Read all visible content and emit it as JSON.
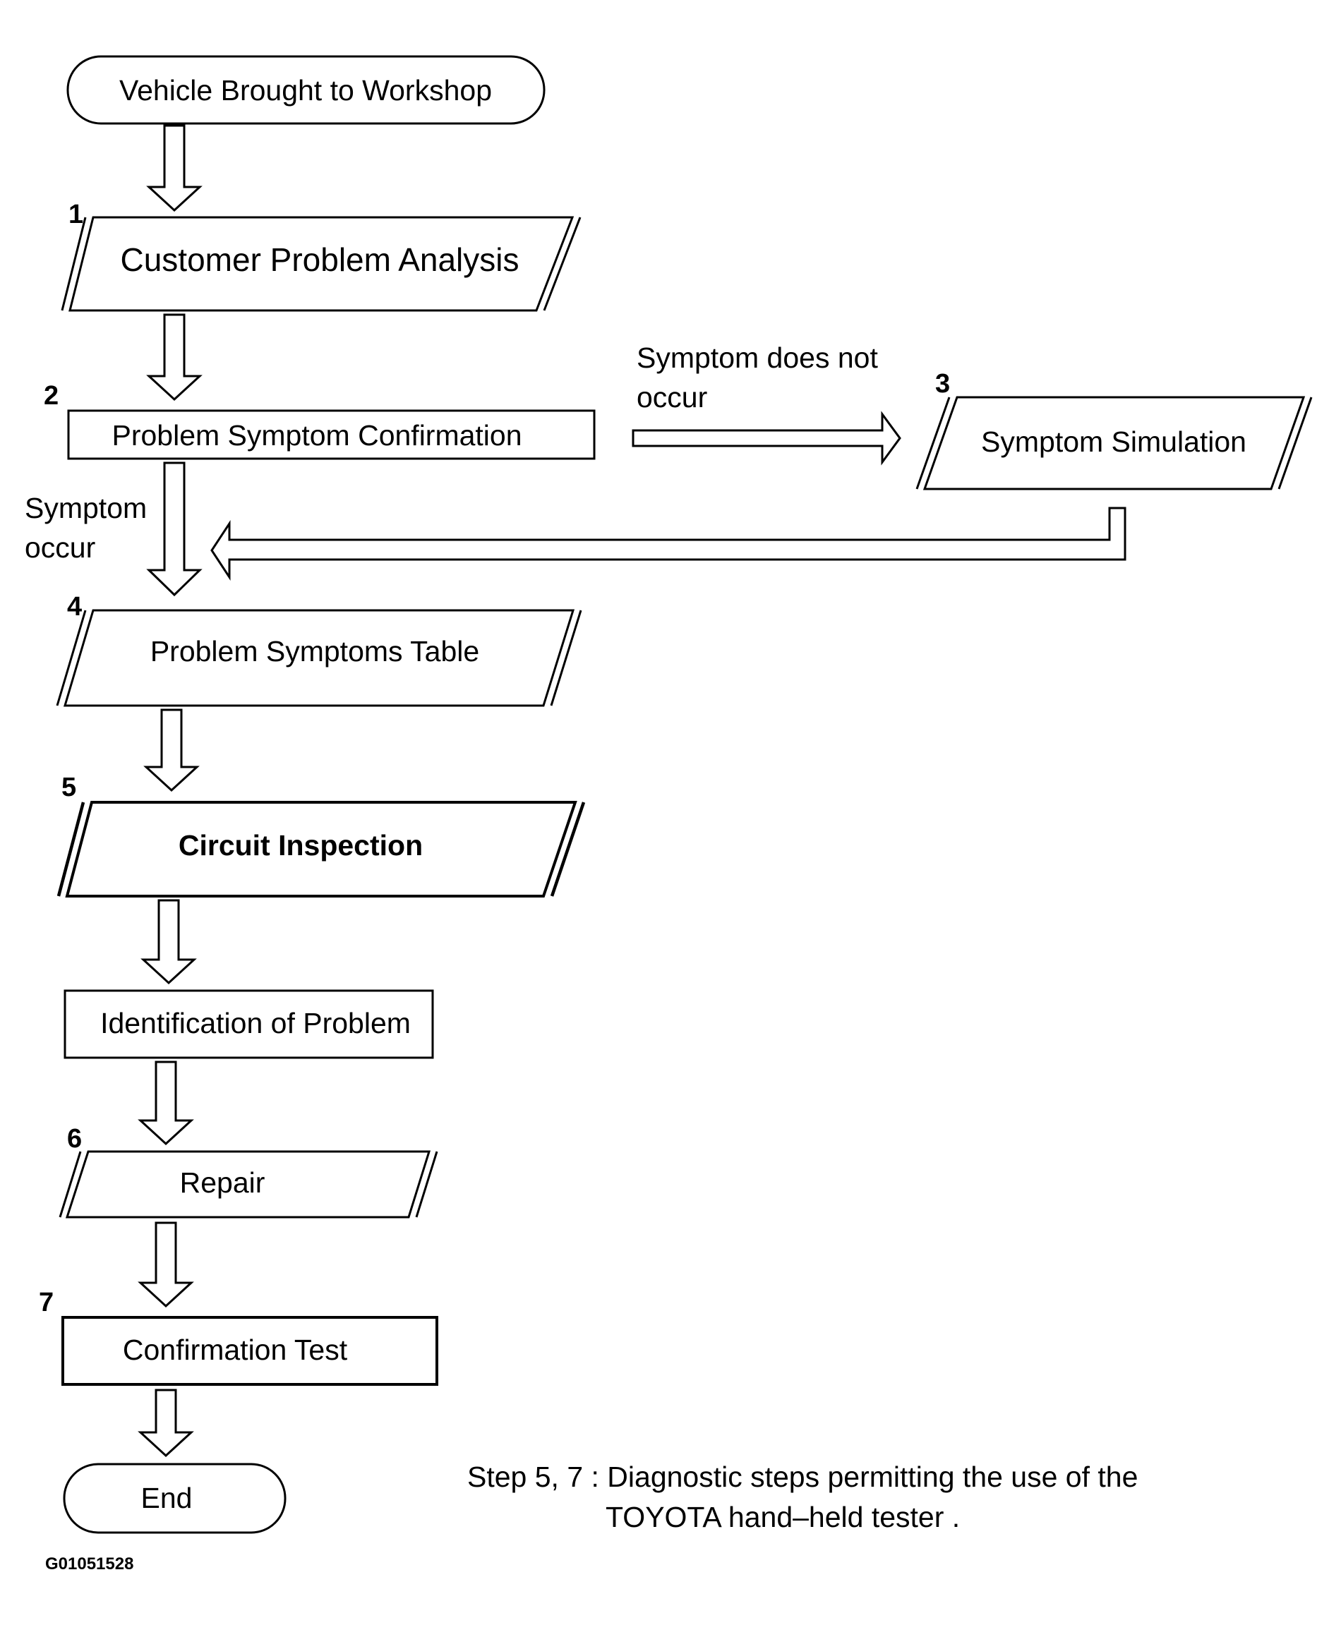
{
  "nodes": {
    "start": "Vehicle Brought to Workshop",
    "step1": "Customer Problem Analysis",
    "step2": "Problem Symptom Confirmation",
    "step3": "Symptom Simulation",
    "step4": "Problem Symptoms Table",
    "step5": "Circuit Inspection",
    "identification": "Identification of Problem",
    "step6": "Repair",
    "step7": "Confirmation Test",
    "end": "End"
  },
  "step_numbers": {
    "n1": "1",
    "n2": "2",
    "n3": "3",
    "n4": "4",
    "n5": "5",
    "n6": "6",
    "n7": "7"
  },
  "branches": {
    "not_occur_line1": "Symptom does not",
    "not_occur_line2": "occur",
    "occur_line1": "Symptom",
    "occur_line2": "occur"
  },
  "note": {
    "line1": "Step 5, 7 : Diagnostic steps permitting the use of the",
    "line2": "TOYOTA hand–held tester ."
  },
  "figure_id": "G01051528"
}
